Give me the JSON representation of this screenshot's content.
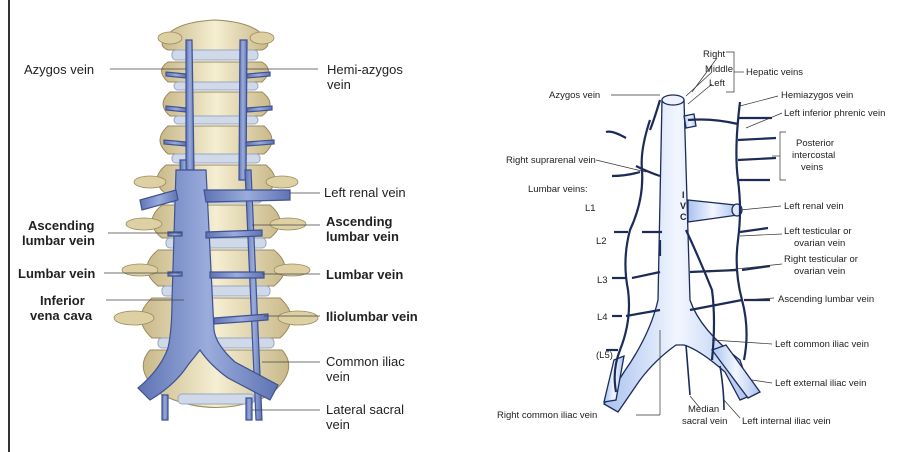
{
  "left_figure": {
    "labels_left": {
      "azygos": "Azygos vein",
      "ascending_1": "Ascending",
      "ascending_2": "lumbar vein",
      "lumbar": "Lumbar vein",
      "ivc_1": "Inferior",
      "ivc_2": "vena cava"
    },
    "labels_right": {
      "hemiazygos_1": "Hemi-azygos",
      "hemiazygos_2": "vein",
      "left_renal": "Left renal vein",
      "ascending_1": "Ascending",
      "ascending_2": "lumbar vein",
      "lumbar": "Lumbar vein",
      "iliolumbar": "Iliolumbar vein",
      "common_iliac_1": "Common iliac",
      "common_iliac_2": "vein",
      "lateral_sacral_1": "Lateral sacral",
      "lateral_sacral_2": "vein"
    }
  },
  "right_figure": {
    "hepatic": {
      "right": "Right",
      "middle": "Middle",
      "left": "Left",
      "group": "Hepatic veins"
    },
    "azygos": "Azygos vein",
    "hemiazygos": "Hemiazygos vein",
    "left_inf_phrenic": "Left inferior phrenic vein",
    "post_intercostal_1": "Posterior",
    "post_intercostal_2": "intercostal",
    "post_intercostal_3": "veins",
    "right_suprarenal": "Right suprarenal vein",
    "lumbar_veins": "Lumbar veins:",
    "levels": [
      "L1",
      "L2",
      "L3",
      "L4",
      "(L5)"
    ],
    "ivc_letters": [
      "I",
      "V",
      "C"
    ],
    "left_renal": "Left renal vein",
    "left_testicular_1": "Left testicular or",
    "left_testicular_2": "ovarian vein",
    "right_testicular_1": "Right testicular or",
    "right_testicular_2": "ovarian vein",
    "ascending_lumbar": "Ascending lumbar vein",
    "left_common_iliac": "Left common iliac vein",
    "left_external_iliac": "Left external iliac vein",
    "right_common_iliac": "Right common iliac vein",
    "median_sacral_1": "Median",
    "median_sacral_2": "sacral vein",
    "left_internal_iliac": "Left internal iliac vein"
  },
  "colors": {
    "vein_fill": "#7f93cc",
    "vein_stroke": "#3f5291",
    "bone": "#efe6c4",
    "bone_shadow": "#c9b98a",
    "disc": "#cfd9e8",
    "right_vein_fill": "#dfe9fb",
    "right_vein_stroke": "#1c2c5a"
  }
}
